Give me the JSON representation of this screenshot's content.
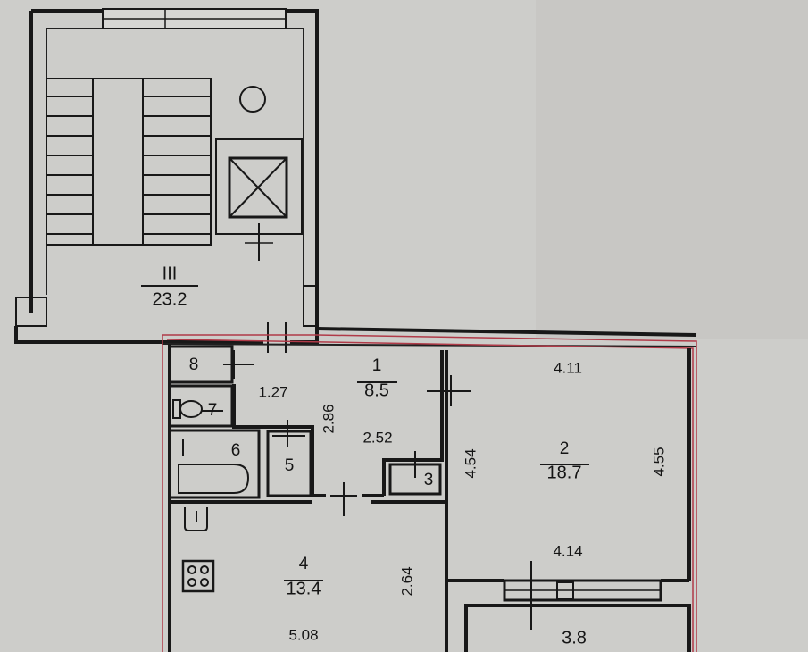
{
  "plan": {
    "colors": {
      "paper": "#cfcfcc",
      "ink": "#181818",
      "boundary": "#b03a48"
    },
    "stairwell": {
      "number": "III",
      "area": "23.2"
    },
    "rooms": {
      "r1": {
        "number": "1",
        "area": "8.5"
      },
      "r2": {
        "number": "2",
        "area": "18.7"
      },
      "r3": {
        "number": "3"
      },
      "r4": {
        "number": "4",
        "area": "13.4"
      },
      "r5": {
        "number": "5"
      },
      "r6": {
        "number": "6"
      },
      "r7": {
        "number": "7"
      },
      "r8": {
        "number": "8"
      }
    },
    "dimensions": {
      "d_1_27": "1.27",
      "d_2_86": "2.86",
      "d_2_52": "2.52",
      "d_4_11": "4.11",
      "d_4_54": "4.54",
      "d_4_55": "4.55",
      "d_4_14": "4.14",
      "d_2_64": "2.64",
      "d_5_08": "5.08",
      "d_3_8": "3.8"
    }
  }
}
